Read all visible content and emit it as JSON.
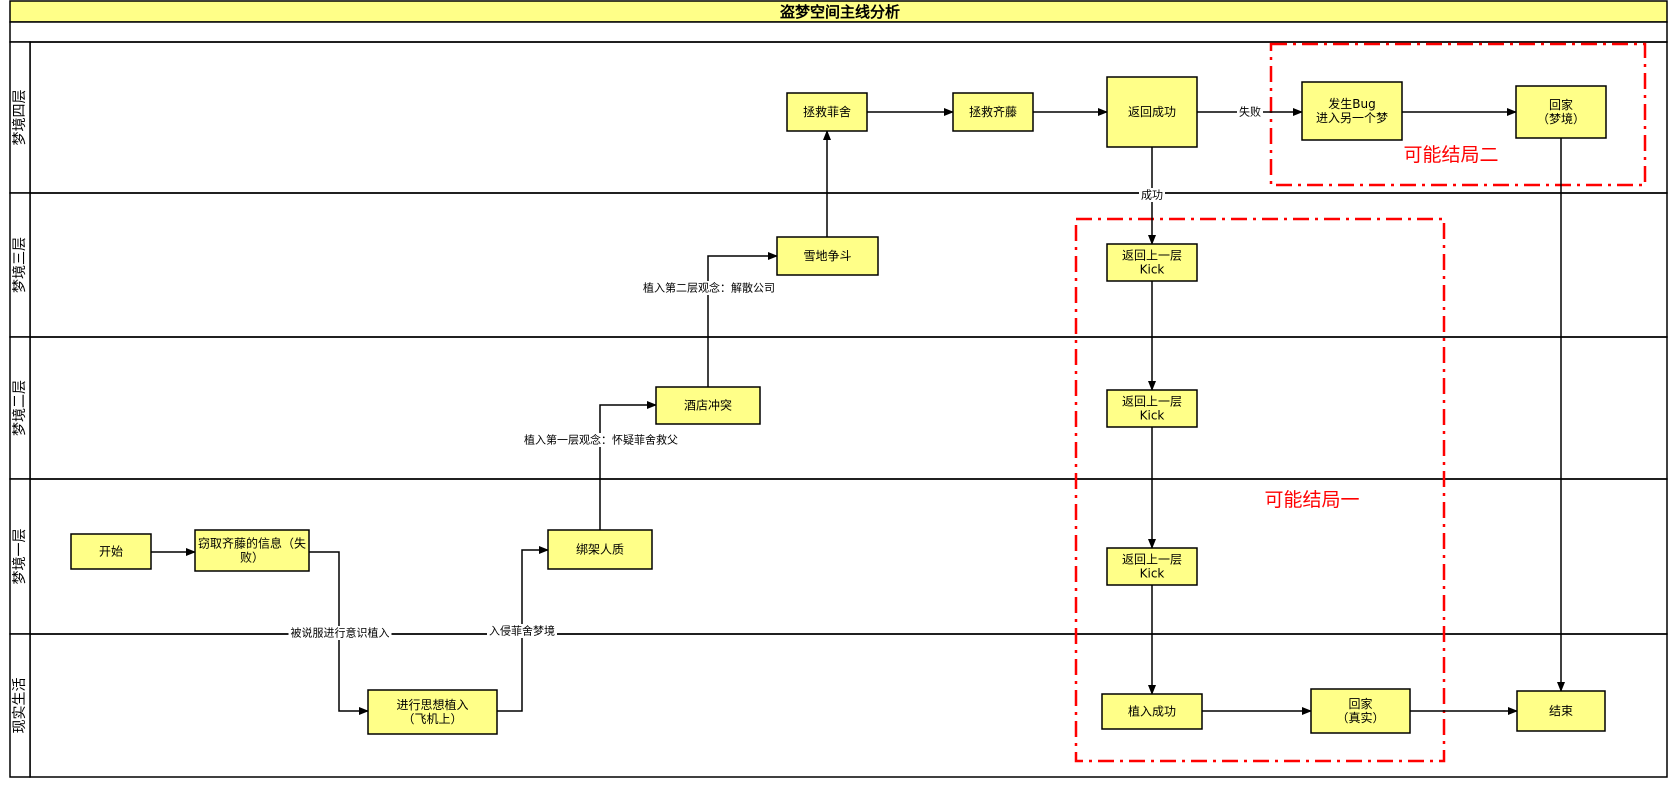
{
  "title": "盗梦空间主线分析",
  "lanes": [
    {
      "id": "l4",
      "label": "梦境四层"
    },
    {
      "id": "l3",
      "label": "梦境三层"
    },
    {
      "id": "l2",
      "label": "梦境二层"
    },
    {
      "id": "l1",
      "label": "梦境一层"
    },
    {
      "id": "l0",
      "label": "现实生活"
    }
  ],
  "nodes": [
    {
      "id": "start",
      "lines": [
        "开始"
      ]
    },
    {
      "id": "steal",
      "lines": [
        "窃取齐藤的信息（失",
        "败）"
      ]
    },
    {
      "id": "implant-plane",
      "lines": [
        "进行思想植入",
        "（飞机上）"
      ]
    },
    {
      "id": "kidnap",
      "lines": [
        "绑架人质"
      ]
    },
    {
      "id": "hotel",
      "lines": [
        "酒店冲突"
      ]
    },
    {
      "id": "snow",
      "lines": [
        "雪地争斗"
      ]
    },
    {
      "id": "rescue-fischer",
      "lines": [
        "拯救菲舍"
      ]
    },
    {
      "id": "rescue-saito",
      "lines": [
        "拯救齐藤"
      ]
    },
    {
      "id": "return-success",
      "lines": [
        "返回成功"
      ]
    },
    {
      "id": "bug",
      "lines": [
        "发生Bug",
        "进入另一个梦"
      ]
    },
    {
      "id": "home-dream",
      "lines": [
        "回家",
        "（梦境）"
      ]
    },
    {
      "id": "kick3",
      "lines": [
        "返回上一层",
        "Kick"
      ]
    },
    {
      "id": "kick2",
      "lines": [
        "返回上一层",
        "Kick"
      ]
    },
    {
      "id": "kick1",
      "lines": [
        "返回上一层",
        "Kick"
      ]
    },
    {
      "id": "implant-success",
      "lines": [
        "植入成功"
      ]
    },
    {
      "id": "home-real",
      "lines": [
        "回家",
        "（真实）"
      ]
    },
    {
      "id": "end",
      "lines": [
        "结束"
      ]
    }
  ],
  "edges": [
    {
      "from": "start",
      "to": "steal",
      "label": ""
    },
    {
      "from": "steal",
      "to": "implant-plane",
      "label": "被说服进行意识植入"
    },
    {
      "from": "implant-plane",
      "to": "kidnap",
      "label": "入侵菲舍梦境"
    },
    {
      "from": "kidnap",
      "to": "hotel",
      "label": "植入第一层观念：怀疑菲舍救父"
    },
    {
      "from": "hotel",
      "to": "snow",
      "label": "植入第二层观念：解散公司"
    },
    {
      "from": "snow",
      "to": "rescue-fischer",
      "label": ""
    },
    {
      "from": "rescue-fischer",
      "to": "rescue-saito",
      "label": ""
    },
    {
      "from": "rescue-saito",
      "to": "return-success",
      "label": ""
    },
    {
      "from": "return-success",
      "to": "bug",
      "label": "失败"
    },
    {
      "from": "bug",
      "to": "home-dream",
      "label": ""
    },
    {
      "from": "home-dream",
      "to": "end",
      "label": ""
    },
    {
      "from": "return-success",
      "to": "kick3",
      "label": "成功"
    },
    {
      "from": "kick3",
      "to": "kick2",
      "label": ""
    },
    {
      "from": "kick2",
      "to": "kick1",
      "label": ""
    },
    {
      "from": "kick1",
      "to": "implant-success",
      "label": ""
    },
    {
      "from": "implant-success",
      "to": "home-real",
      "label": ""
    },
    {
      "from": "home-real",
      "to": "end",
      "label": ""
    }
  ],
  "regions": [
    {
      "id": "ending-one",
      "label": "可能结局一"
    },
    {
      "id": "ending-two",
      "label": "可能结局二"
    }
  ],
  "colors": {
    "node_fill": "#ffff88",
    "title_fill": "#ffff88",
    "line": "#000000",
    "region": "#ff0000"
  }
}
